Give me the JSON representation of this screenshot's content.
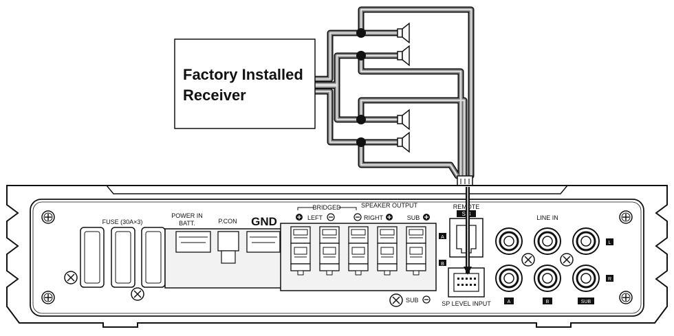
{
  "receiver": {
    "line1": "Factory Installed",
    "line2": "Receiver"
  },
  "amp": {
    "fuse": "FUSE (30A×3)",
    "power_in": "POWER IN",
    "batt": "BATT.",
    "pcon": "P.CON",
    "gnd": "GND",
    "bridged": "BRIDGED",
    "speaker_output": "SPEAKER OUTPUT",
    "left": "LEFT",
    "right": "RIGHT",
    "sub": "SUB",
    "remote": "REMOTE",
    "remote_badge": "S B",
    "sub_minus": "SUB",
    "sp_level_input": "SP LEVEL INPUT",
    "line_in": "LINE IN",
    "badge_a": "A",
    "badge_b": "B",
    "badge_sub": "SUB",
    "badge_l": "L",
    "badge_r": "R",
    "ab_a": "A",
    "ab_b": "B"
  },
  "colors": {
    "line": "#111111",
    "wire_light": "#dddddd",
    "wire_mid": "#777777",
    "fill_grey": "#f2f2f2"
  }
}
